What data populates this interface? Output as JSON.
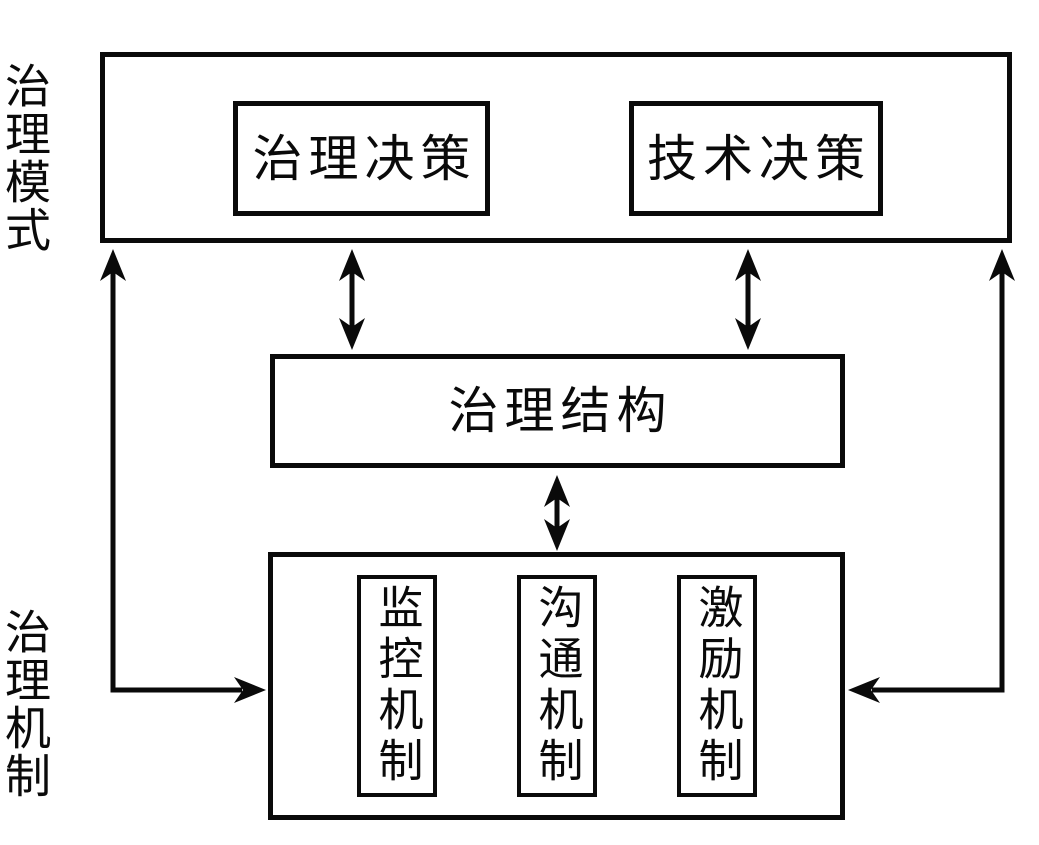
{
  "diagram": {
    "background_color": "#ffffff",
    "line_color": "#0a0a0a",
    "side_labels": {
      "top": "治理模式",
      "bottom": "治理机制"
    },
    "governance_model_section": {
      "decision_boxes": [
        {
          "label": "治理决策"
        },
        {
          "label": "技术决策"
        }
      ]
    },
    "structure_box": {
      "label": "治理结构"
    },
    "mechanism_section": {
      "mechanism_boxes": [
        {
          "label": "监控机制"
        },
        {
          "label": "沟通机制"
        },
        {
          "label": "激励机制"
        }
      ]
    }
  }
}
